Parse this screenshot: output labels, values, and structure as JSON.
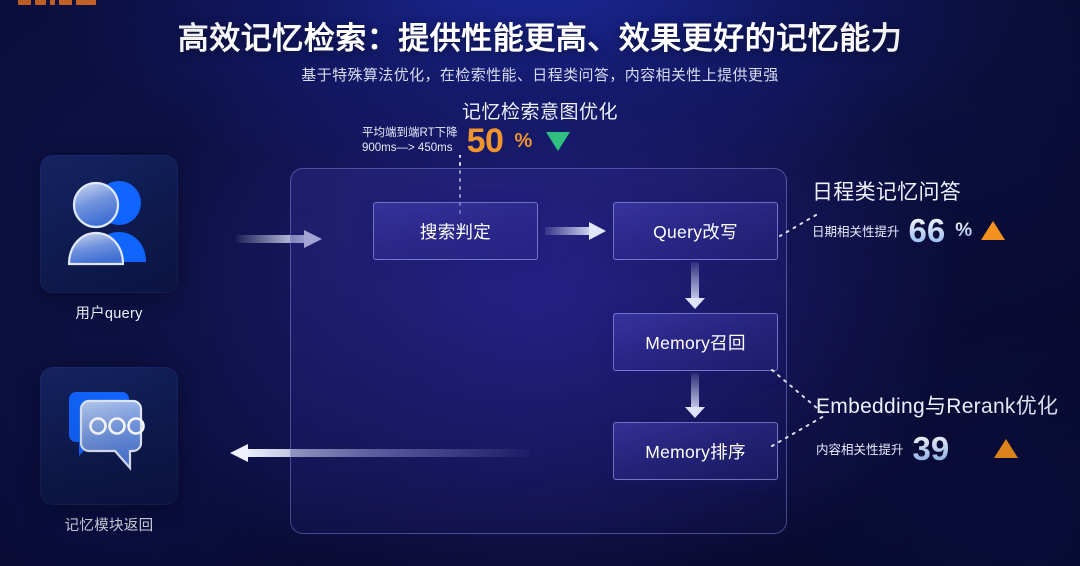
{
  "brand": {
    "logo_name": "brand-logo"
  },
  "header": {
    "title": "高效记忆检索：提供性能更高、效果更好的记忆能力",
    "subtitle": "基于特殊算法优化，在检索性能、日程类问答，内容相关性上提供更强",
    "section_label": "记忆检索意图优化"
  },
  "metric_top": {
    "label_line1": "平均端到端RT下降",
    "label_line2": "900ms—> 450ms",
    "value": "50",
    "unit": "%",
    "trend": "down",
    "value_color": "#f0952e",
    "trend_color": "#2fbf7e"
  },
  "side_items": [
    {
      "name": "user-query",
      "label": "用户query",
      "icon": "user-group-icon"
    },
    {
      "name": "memory-return",
      "label": "记忆模块返回",
      "icon": "chat-bubbles-icon"
    }
  ],
  "flow": {
    "nodes": [
      {
        "id": "search-decision",
        "label": "搜索判定"
      },
      {
        "id": "query-rewrite",
        "label": "Query改写"
      },
      {
        "id": "memory-recall",
        "label": "Memory召回"
      },
      {
        "id": "memory-rank",
        "label": "Memory排序"
      }
    ]
  },
  "right_metrics": [
    {
      "id": "schedule-qa",
      "title": "日程类记忆问答",
      "label": "日期相关性提升",
      "value": "66",
      "unit": "%",
      "trend": "up",
      "trend_color": "#f5911e"
    },
    {
      "id": "embedding-rerank",
      "title": "Embedding与Rerank优化",
      "label": "内容相关性提升",
      "value": "39",
      "unit": "",
      "trend": "up",
      "trend_color": "#f5911e"
    }
  ],
  "theme": {
    "background": "#0a0c2e",
    "accent_orange": "#f0952e",
    "accent_green": "#2fbf7e",
    "accent_blue": "#2a6bff",
    "panel_border": "#96a5f5"
  }
}
